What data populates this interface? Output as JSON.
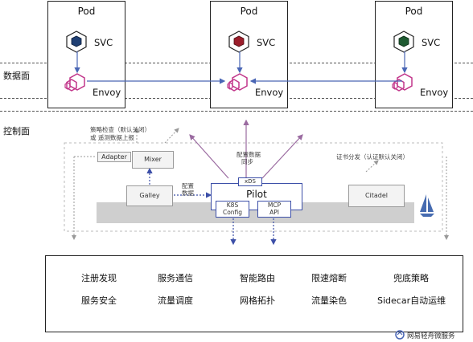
{
  "planes": {
    "data_plane": "数据面",
    "control_plane": "控制面"
  },
  "pods": [
    {
      "title": "Pod",
      "svc": "SVC",
      "envoy": "Envoy",
      "cube_color": "#1f3f73"
    },
    {
      "title": "Pod",
      "svc": "SVC",
      "envoy": "Envoy",
      "cube_color": "#9b1e2b"
    },
    {
      "title": "Pod",
      "svc": "SVC",
      "envoy": "Envoy",
      "cube_color": "#1e5a31"
    }
  ],
  "control": {
    "policy_note_1": "策略检查（默认关闭）",
    "policy_note_2": "或 遥测数据上报",
    "adapter": "Adapter",
    "mixer": "Mixer",
    "galley": "Galley",
    "config_1": "配置",
    "config_2": "数据",
    "sync_1": "配置数据",
    "sync_2": "同步",
    "xds": "xDS",
    "pilot": "Pilot",
    "k8s_1": "K8S",
    "k8s_2": "Config",
    "mcp_1": "MCP",
    "mcp_2": "API",
    "cert_note": "证书分发（认证默认关闭）",
    "citadel": "Citadel"
  },
  "features": [
    [
      "注册发现",
      "服务通信",
      "智能路由",
      "限速熔断",
      "兜底策略"
    ],
    [
      "服务安全",
      "流量调度",
      "网格拓扑",
      "流量染色",
      "Sidecar自动运维"
    ]
  ],
  "watermark": "网易轻舟微服务"
}
